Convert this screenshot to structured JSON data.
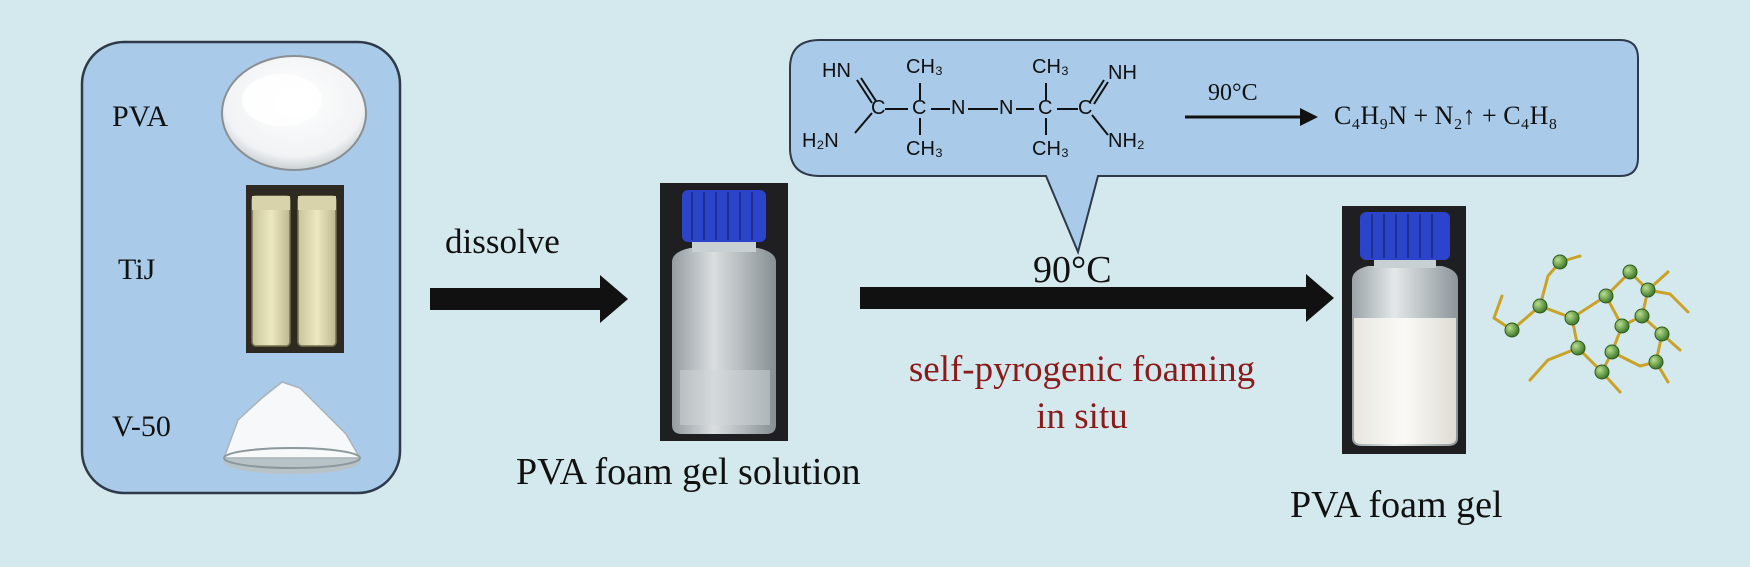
{
  "colors": {
    "background": "#d4e9ee",
    "panel": "#a9cbe9",
    "panel_border": "#2e3a4a",
    "arrow": "#111111",
    "highlight_text": "#8b1a1a",
    "cap_blue": "#2c44c9",
    "network_node": "#5f9e3f",
    "network_bond": "#c9a227"
  },
  "materials": {
    "pva_label": "PVA",
    "tij_label": "TiJ",
    "v50_label": "V-50"
  },
  "steps": {
    "dissolve_label": "dissolve",
    "solution_caption": "PVA foam gel solution",
    "temperature_label": "90°C",
    "process_line1": "self-pyrogenic foaming",
    "process_line2": "in situ",
    "product_caption": "PVA foam gel"
  },
  "reaction": {
    "hn": "HN",
    "h2n": "H₂N",
    "nh": "NH",
    "nh2": "NH₂",
    "ch3": "CH₃",
    "c": "C",
    "n": "N",
    "condition": "90°C",
    "products": "C₄H₉N + N₂↑ + C₄H₈"
  },
  "icons": [
    "powder-pile-icon",
    "vials-icon",
    "dish-powder-icon",
    "clear-bottle-icon",
    "foam-bottle-icon",
    "polymer-network-icon"
  ]
}
